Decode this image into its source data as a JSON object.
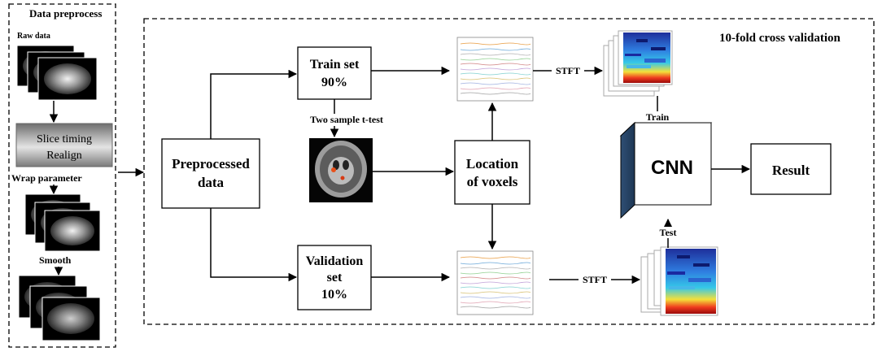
{
  "preprocess": {
    "title": "Data preprocess",
    "raw_data": "Raw data",
    "slice_timing": "Slice timing",
    "realign": "Realign",
    "wrap_parameter": "Wrap parameter",
    "smooth": "Smooth"
  },
  "cv": {
    "title": "10-fold cross validation",
    "preprocessed": [
      "Preprocessed",
      "data"
    ],
    "train_set": [
      "Train set",
      "90%"
    ],
    "validation_set": [
      "Validation",
      "set",
      "10%"
    ],
    "t_test": "Two sample t-test",
    "location": [
      "Location",
      "of voxels"
    ],
    "stft": "STFT",
    "train": "Train",
    "test": "Test",
    "cnn": "CNN",
    "result": "Result"
  }
}
